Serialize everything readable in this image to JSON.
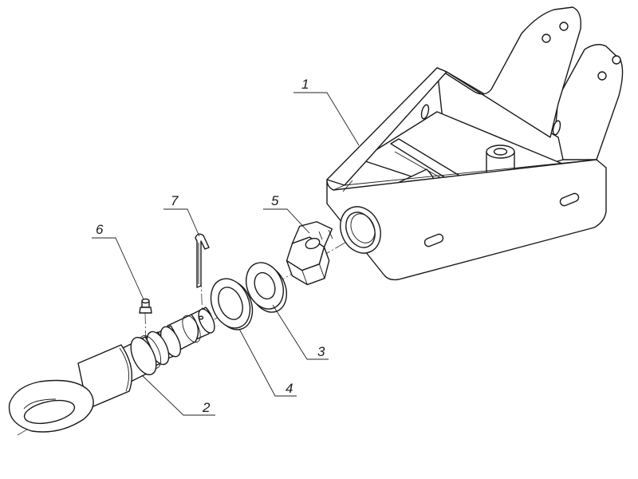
{
  "callouts": [
    {
      "id": "c1",
      "label": "1",
      "part": "frame-bracket"
    },
    {
      "id": "c2",
      "label": "2",
      "part": "tow-eye-pin"
    },
    {
      "id": "c3",
      "label": "3",
      "part": "thick-washer"
    },
    {
      "id": "c4",
      "label": "4",
      "part": "thin-washer"
    },
    {
      "id": "c5",
      "label": "5",
      "part": "castle-nut"
    },
    {
      "id": "c6",
      "label": "6",
      "part": "grease-nipple"
    },
    {
      "id": "c7",
      "label": "7",
      "part": "cotter-pin"
    }
  ],
  "colors": {
    "line": "#1a1a1a",
    "background": "#ffffff"
  }
}
